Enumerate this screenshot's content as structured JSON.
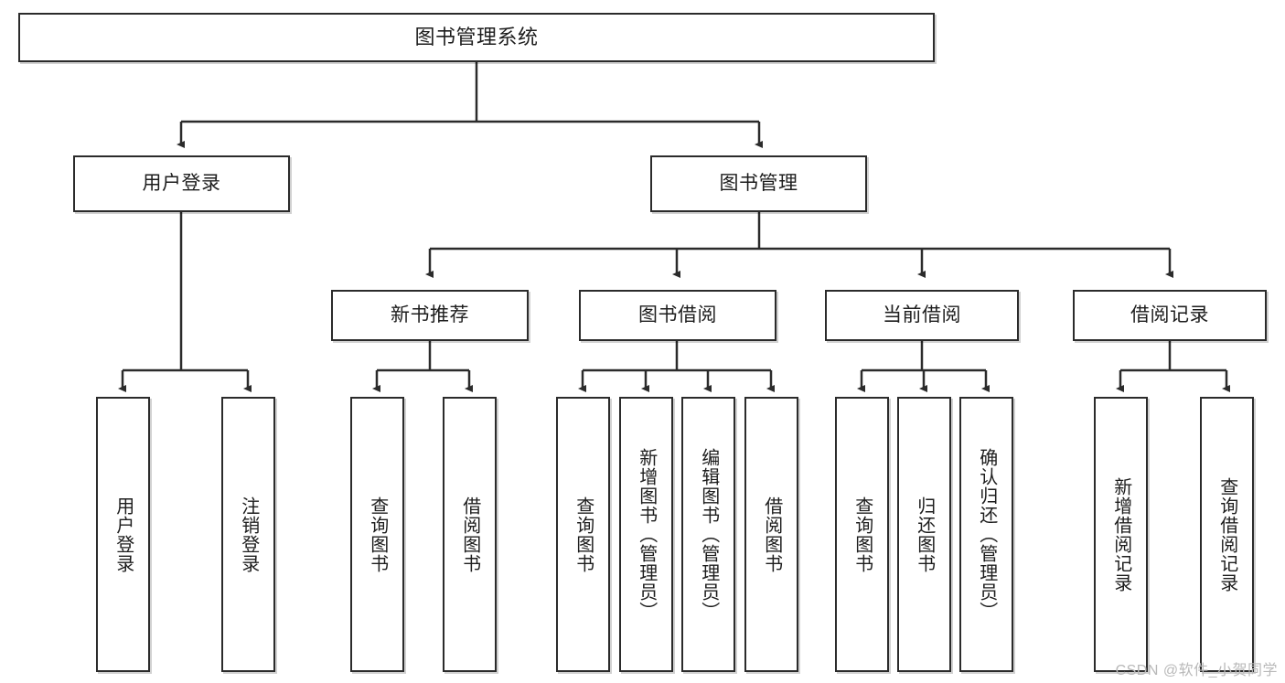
{
  "diagram": {
    "title": "图书管理系统",
    "type": "tree-hierarchy-diagram",
    "colors": {
      "box_border": "#2b2b2b",
      "box_fill": "#ffffff",
      "edge": "#2b2b2b",
      "text": "#1d1d1d",
      "watermark": "#b9b9b9"
    }
  },
  "nodes": {
    "root": {
      "label": "图书管理系统"
    },
    "level2": [
      {
        "label": "用户登录"
      },
      {
        "label": "图书管理"
      }
    ],
    "level3": [
      {
        "label": "新书推荐"
      },
      {
        "label": "图书借阅"
      },
      {
        "label": "当前借阅"
      },
      {
        "label": "借阅记录"
      }
    ],
    "leaves": {
      "user_login": [
        {
          "label": "用户登录"
        },
        {
          "label": "注销登录"
        }
      ],
      "new_book_recommend": [
        {
          "label": "查询图书"
        },
        {
          "label": "借阅图书"
        }
      ],
      "book_borrow": [
        {
          "label": "查询图书"
        },
        {
          "label": "新增图书（管理员）"
        },
        {
          "label": "编辑图书（管理员）"
        },
        {
          "label": "借阅图书"
        }
      ],
      "current_borrow": [
        {
          "label": "查询图书"
        },
        {
          "label": "归还图书"
        },
        {
          "label": "确认归还（管理员）"
        }
      ],
      "borrow_record": [
        {
          "label": "新增借阅记录"
        },
        {
          "label": "查询借阅记录"
        }
      ]
    }
  },
  "watermark": {
    "text": "CSDN @软件_小贺同学"
  }
}
